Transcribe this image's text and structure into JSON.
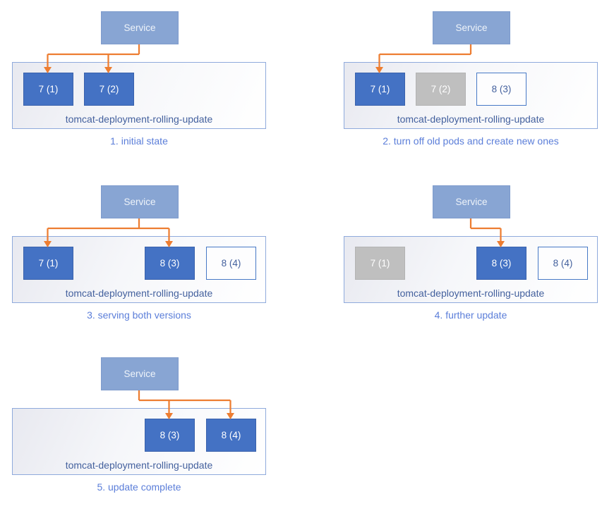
{
  "service_label": "Service",
  "deployment_label": "tomcat-deployment-rolling-update",
  "colors": {
    "pod_active_blue": "#4472c4",
    "pod_terminated_gray": "#bfbfbf",
    "pod_pending_outline": "#4779c6",
    "service_fill": "#88a5d3",
    "arrow_orange": "#ed7d31",
    "deployment_border": "#8faadc",
    "deployment_label_text": "#44619e",
    "caption_text": "#5b7ed9"
  },
  "panels": [
    {
      "caption": "1. initial state",
      "pods": [
        {
          "label": "7 (1)",
          "status": "active",
          "receives_traffic": true
        },
        {
          "label": "7 (2)",
          "status": "active",
          "receives_traffic": true
        }
      ]
    },
    {
      "caption": "2. turn off old pods and create new ones",
      "pods": [
        {
          "label": "7 (1)",
          "status": "active",
          "receives_traffic": true
        },
        {
          "label": "7 (2)",
          "status": "terminated",
          "receives_traffic": false
        },
        {
          "label": "8 (3)",
          "status": "pending",
          "receives_traffic": false
        }
      ]
    },
    {
      "caption": "3. serving both versions",
      "pods": [
        {
          "label": "7 (1)",
          "status": "active",
          "receives_traffic": true
        },
        {
          "label": "8 (3)",
          "status": "active",
          "receives_traffic": true
        },
        {
          "label": "8 (4)",
          "status": "pending",
          "receives_traffic": false
        }
      ]
    },
    {
      "caption": "4. further update",
      "pods": [
        {
          "label": "7 (1)",
          "status": "terminated",
          "receives_traffic": false
        },
        {
          "label": "8 (3)",
          "status": "active",
          "receives_traffic": true
        },
        {
          "label": "8 (4)",
          "status": "pending",
          "receives_traffic": false
        }
      ]
    },
    {
      "caption": "5. update complete",
      "pods": [
        {
          "label": "8 (3)",
          "status": "active",
          "receives_traffic": true
        },
        {
          "label": "8 (4)",
          "status": "active",
          "receives_traffic": true
        }
      ]
    }
  ]
}
